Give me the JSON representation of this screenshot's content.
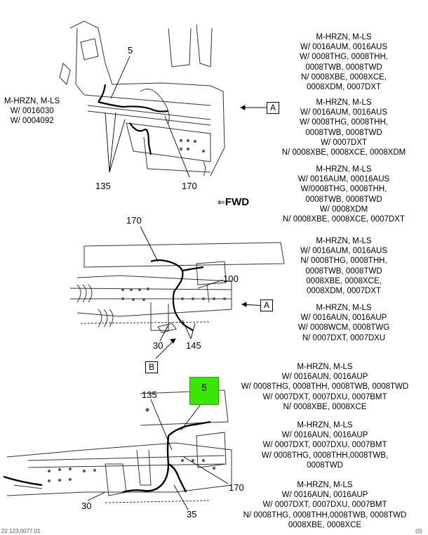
{
  "notes": {
    "top_left": "M-HRZN, M-LS\nW/ 0016030\nW/ 0004092",
    "right_1": "M-HRZN, M-LS\nW/ 0016AUM, 0016AUS\nW/ 0008THG, 0008THH,\n0008TWB, 0008TWD\nN/ 0008XBE, 0008XCE,\n0008XDM, 0007DXT",
    "right_2": "M-HRZN, M-LS\nW/ 0016AUM, 0016AUS\nW/ 0008THG, 0008THH,\n0008TWB, 0008TWD\nW/ 0007DXT\nN/ 0008XBE, 0008XCE, 0008XDM",
    "right_3": "M-HRZN, M-LS\nW/ 0016AUM, 00016AUS\nW/0008THG, 0008THH,\n0008TWB, 0008TWD\nW/ 0008XDM\nN/ 0008XBE, 0008XCE, 0007DXT",
    "right_4": "M-HRZN, M-LS\nW/ 0016AUM, 0016AUS\nN/ 0008THG, 0008THH,\n0008TWB, 0008TWD\n0008XBE, 0008XCE,\n0008XDM, 0007DXT",
    "right_5": "M-HRZN, M-LS\nW/ 0016AUN, 0016AUP\nW/ 0008WCM, 0008TWG\nN/ 0007DXT, 0007DXU",
    "right_6": "M-HRZN, M-LS\nW/ 0016AUN, 0016AUP\nW/ 0008THG, 0008THH, 0008TWB, 0008TWD\nW/ 0007DXT, 0007DXU, 0007BMT\nN/ 0008XBE, 0008XCE",
    "right_7": "M-HRZN, M-LS\nW/ 0016AUN, 0016AUP\nW/ 0007DXT, 0007DXU, 0007BMT\nW/ 0008THG, 0008THH,0008TWB,\n0008TWD",
    "right_8": "M-HRZN, M-LS\nW/ 0016AUN, 0016AUP\nW/ 0007DXT, 0007DXU, 0007BMT\nN/ 0008THG, 0008THH,0008TWB, 0008TWD\n0008XBE, 0008XCE"
  },
  "callouts": {
    "top_5": "5",
    "top_135": "135",
    "top_170": "170",
    "mid_170": "170",
    "mid_100": "100",
    "mid_30": "30",
    "mid_145": "145",
    "bot_135": "135",
    "bot_170": "170",
    "bot_30": "30",
    "bot_35": "35"
  },
  "view_labels": {
    "a1": "A",
    "a2": "A",
    "b": "B"
  },
  "highlight": {
    "label": "5",
    "color": "#39e600"
  },
  "fwd": {
    "arrow": "⇐",
    "text": "FWD"
  },
  "footer": {
    "left": "22.123.0077.01",
    "right": "(0)"
  }
}
